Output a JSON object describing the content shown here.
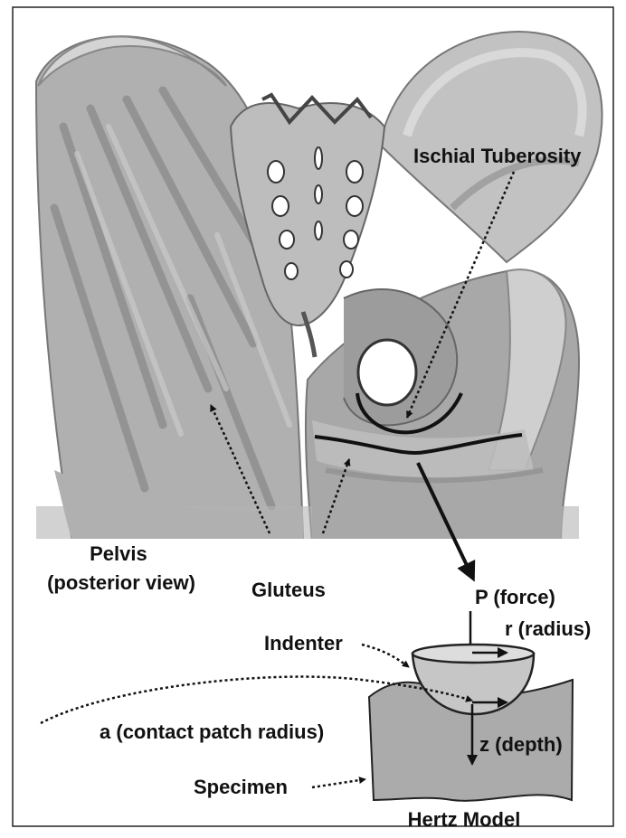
{
  "diagram": {
    "labels": {
      "ischial_tuberosity": "Ischial Tuberosity",
      "pelvis_line1": "Pelvis",
      "pelvis_line2": "(posterior view)",
      "gluteus": "Gluteus",
      "force_symbol": "P",
      "force_text": " (force)",
      "radius_symbol": "r",
      "radius_text": " (radius)",
      "indenter": "Indenter",
      "contact_symbol": "a",
      "contact_text": " (contact patch radius)",
      "depth_symbol": "z",
      "depth_text": " (depth)",
      "specimen": "Specimen",
      "caption": "Hertz Model"
    },
    "colors": {
      "outline": "#111111",
      "muscle_light": "#b9b9b9",
      "muscle_mid": "#9a9a9a",
      "muscle_dark": "#7a7a7a",
      "bone": "#d6d6d6",
      "indenter_fill": "#c8c8c8",
      "specimen_fill": "#a9a9a9"
    }
  }
}
